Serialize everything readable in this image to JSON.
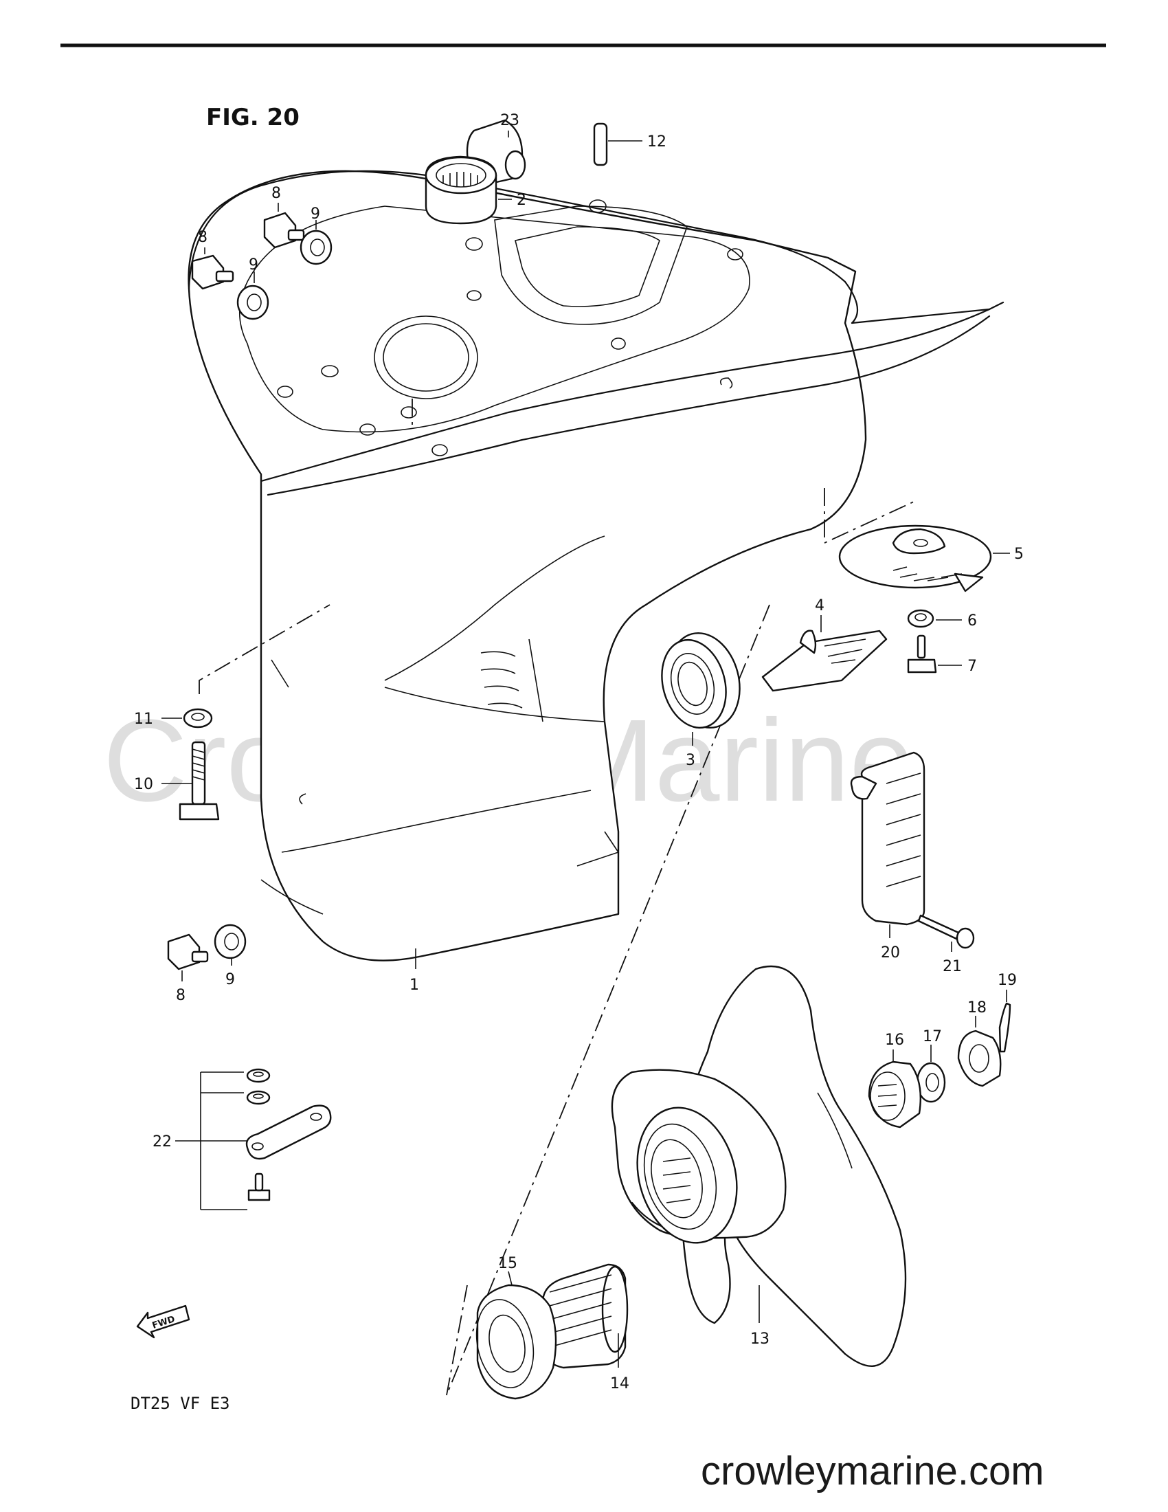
{
  "figure_title": "FIG. 20",
  "model_code": "DT25 VF E3",
  "watermark": "Crowley Marine",
  "website": "crowleymarine.com",
  "fwd_label": "FWD",
  "callouts": {
    "c1": "1",
    "c2": "2",
    "c3": "3",
    "c4": "4",
    "c5": "5",
    "c6": "6",
    "c7": "7",
    "c8a": "8",
    "c8b": "8",
    "c8c": "8",
    "c9a": "9",
    "c9b": "9",
    "c9c": "9",
    "c10": "10",
    "c11": "11",
    "c12": "12",
    "c13": "13",
    "c14": "14",
    "c15": "15",
    "c16": "16",
    "c17": "17",
    "c18": "18",
    "c19": "19",
    "c20": "20",
    "c21": "21",
    "c22": "22",
    "c23": "23"
  }
}
